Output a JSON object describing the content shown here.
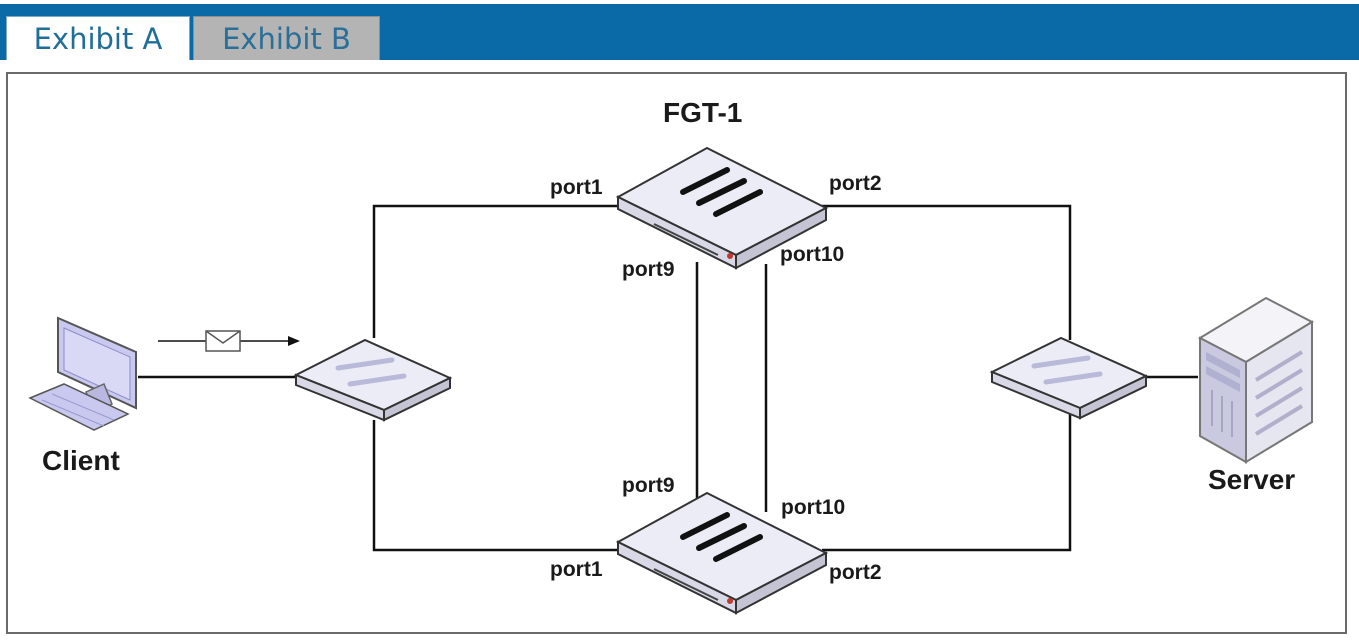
{
  "tabs": [
    {
      "label": "Exhibit A",
      "active": true
    },
    {
      "label": "Exhibit B",
      "active": false
    }
  ],
  "diagram": {
    "nodes": {
      "fgt1": "FGT-1",
      "client": "Client",
      "server": "Server"
    },
    "ports": {
      "fgt1_port1": "port1",
      "fgt1_port2": "port2",
      "fgt1_port9": "port9",
      "fgt1_port10": "port10",
      "fgt2_port9": "port9",
      "fgt2_port10": "port10",
      "fgt2_port1": "port1",
      "fgt2_port2": "port2"
    }
  },
  "colors": {
    "tab_bar": "#0a6aa8",
    "tab_text": "#1f6e98",
    "inactive_tab": "#b4b4b4",
    "device_face": "#ececf6",
    "client_screen": "#c9c9f0",
    "line": "#111111"
  },
  "icons": [
    "firewall-icon",
    "switch-icon",
    "computer-icon",
    "server-icon",
    "envelope-icon"
  ]
}
